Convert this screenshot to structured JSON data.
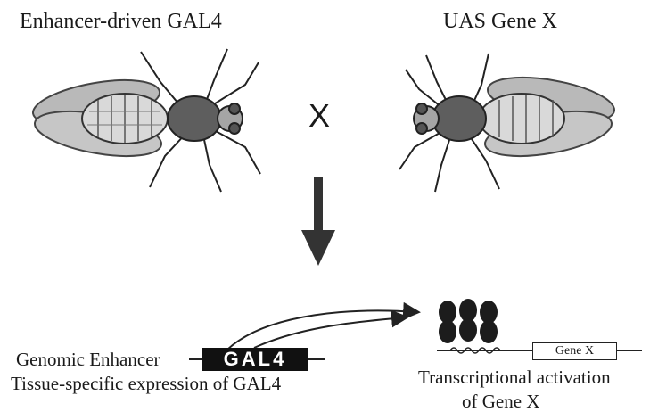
{
  "labels": {
    "left_fly": "Enhancer-driven GAL4",
    "right_fly": "UAS Gene X",
    "cross": "X",
    "genomic_enhancer": "Genomic Enhancer",
    "gal4": "GAL4",
    "tissue_expression": "Tissue-specific expression of GAL4",
    "gene_x": "Gene X",
    "transcription_line1": "Transcriptional activation",
    "transcription_line2": "of Gene X"
  },
  "icons": [
    "fly-icon",
    "down-arrow-icon",
    "gal4-protein-icon",
    "curved-arrow-icon"
  ]
}
